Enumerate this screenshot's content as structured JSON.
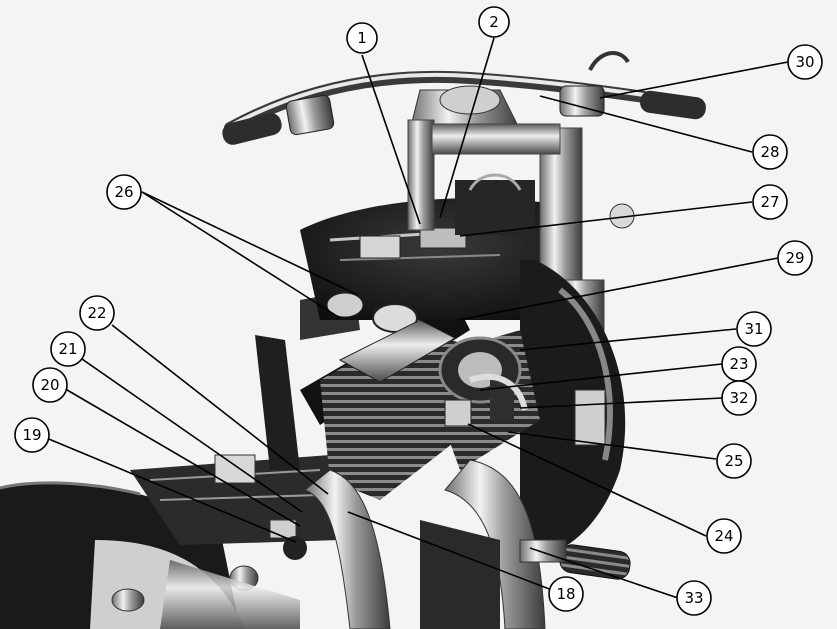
{
  "image": {
    "kind": "motorcycle component location photo (grayscale)",
    "background": "#f4f4f4"
  },
  "callouts": [
    {
      "id": "1",
      "label": "1"
    },
    {
      "id": "2",
      "label": "2"
    },
    {
      "id": "30",
      "label": "30"
    },
    {
      "id": "28",
      "label": "28"
    },
    {
      "id": "26",
      "label": "26"
    },
    {
      "id": "27",
      "label": "27"
    },
    {
      "id": "29",
      "label": "29"
    },
    {
      "id": "22",
      "label": "22"
    },
    {
      "id": "31",
      "label": "31"
    },
    {
      "id": "21",
      "label": "21"
    },
    {
      "id": "23",
      "label": "23"
    },
    {
      "id": "20",
      "label": "20"
    },
    {
      "id": "32",
      "label": "32"
    },
    {
      "id": "19",
      "label": "19"
    },
    {
      "id": "25",
      "label": "25"
    },
    {
      "id": "24",
      "label": "24"
    },
    {
      "id": "18",
      "label": "18"
    },
    {
      "id": "33",
      "label": "33"
    }
  ]
}
